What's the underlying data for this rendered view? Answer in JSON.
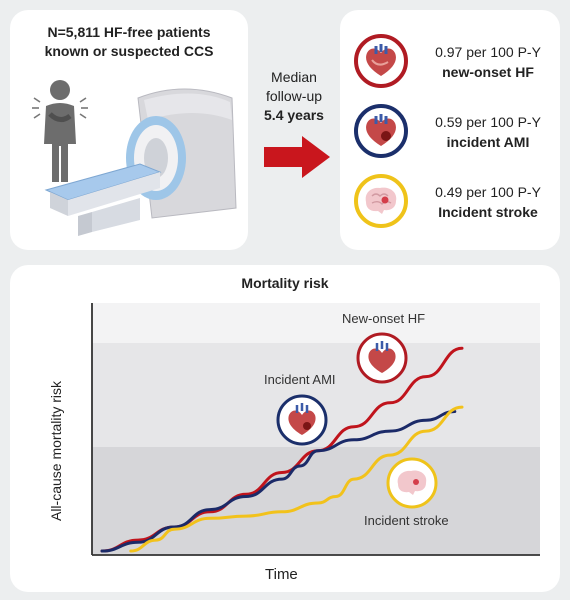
{
  "cohort": {
    "line1": "N=5,811 HF-free patients",
    "line2": "known or suspected CCS"
  },
  "followup": {
    "line1": "Median",
    "line2": "follow-up",
    "line3": "5.4 years"
  },
  "outcomes": [
    {
      "rate": "0.97 per 100 P-Y",
      "label": "new-onset HF",
      "icon": "heart-icon",
      "color": "#b01b23"
    },
    {
      "rate": "0.59 per 100 P-Y",
      "label": "incident AMI",
      "icon": "heart-infarct-icon",
      "color": "#1b2f6b"
    },
    {
      "rate": "0.49 per 100 P-Y",
      "label": "Incident stroke",
      "icon": "brain-icon",
      "color": "#efc31a"
    }
  ],
  "colors": {
    "hf": "#c0141c",
    "ami": "#1b2a68",
    "stroke": "#f2c21b",
    "arrow": "#c9161d",
    "background": "#eceeef"
  },
  "chart_data": {
    "type": "line",
    "title": "Mortality risk",
    "xlabel": "Time",
    "ylabel": "All-cause mortality risk",
    "xlim": [
      0,
      100
    ],
    "ylim": [
      0,
      100
    ],
    "grid": false,
    "background_bands": true,
    "series": [
      {
        "name": "New-onset HF",
        "color": "#c0141c",
        "x": [
          0,
          10,
          20,
          30,
          40,
          50,
          60,
          70,
          80,
          90,
          100
        ],
        "y": [
          0,
          5,
          11,
          18,
          26,
          36,
          46,
          57,
          68,
          80,
          93
        ]
      },
      {
        "name": "Incident AMI",
        "color": "#1b2a68",
        "x": [
          0,
          10,
          20,
          30,
          40,
          50,
          55,
          60,
          70,
          80,
          90,
          98
        ],
        "y": [
          0,
          4,
          11,
          19,
          25,
          33,
          39,
          46,
          51,
          55,
          60,
          64
        ]
      },
      {
        "name": "Incident stroke",
        "color": "#f2c21b",
        "x": [
          8,
          15,
          20,
          30,
          40,
          50,
          60,
          65,
          70,
          80,
          90,
          100
        ],
        "y": [
          0,
          5,
          10,
          15,
          16,
          18,
          22,
          25,
          33,
          44,
          55,
          66
        ]
      }
    ]
  }
}
